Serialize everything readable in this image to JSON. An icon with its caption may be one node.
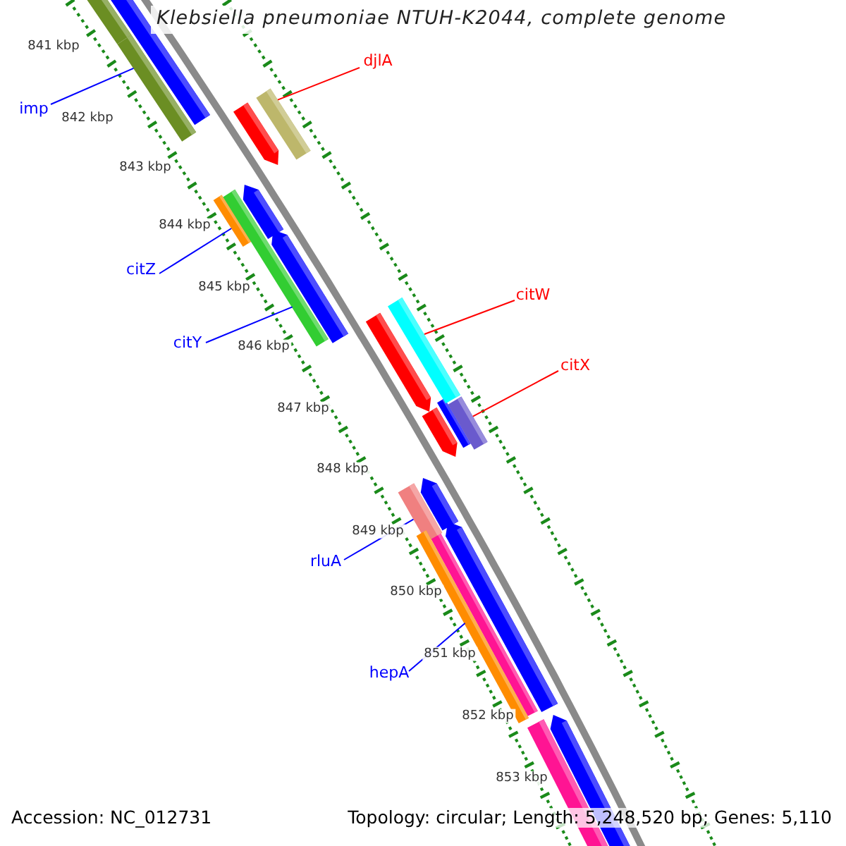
{
  "diagram": {
    "title": "Klebsiella pneumoniae NTUH-K2044, complete genome",
    "nodes": [
      {
        "text": [
          "imp"
        ]
      },
      {
        "text": [],
        "shape": "bar"
      },
      {
        "text": [
          "djlA"
        ]
      },
      {
        "text": [],
        "shape": "bar"
      },
      {
        "text": [
          "citZ"
        ]
      },
      {
        "text": [],
        "shape": "bar"
      },
      {
        "text": [
          "citY"
        ]
      },
      {
        "text": [],
        "shape": "bar"
      },
      {
        "text": [
          "citW"
        ]
      },
      {
        "text": [],
        "shape": "bar"
      },
      {
        "text": [
          "citX"
        ]
      },
      {
        "text": [],
        "shape": "bar"
      },
      {
        "text": [
          "rluA"
        ]
      },
      {
        "text": [],
        "shape": "bar"
      },
      {
        "text": [
          "hepA"
        ]
      },
      {
        "text": [],
        "shape": "bar"
      }
    ],
    "edges": [
      {
        "from": 0,
        "to": 1,
        "arrow": "none"
      },
      {
        "from": 2,
        "to": 3,
        "arrow": "none",
        "color": "#ff0000"
      },
      {
        "from": 4,
        "to": 5,
        "arrow": "none"
      },
      {
        "from": 6,
        "to": 7,
        "arrow": "none"
      },
      {
        "from": 8,
        "to": 9,
        "arrow": "none",
        "color": "#ff0000"
      },
      {
        "from": 10,
        "to": 11,
        "arrow": "none",
        "color": "#ff0000"
      },
      {
        "from": 12,
        "to": 13,
        "arrow": "none"
      },
      {
        "from": 14,
        "to": 15,
        "arrow": "none"
      }
    ],
    "labels": [
      "841 kbp",
      "842 kbp",
      "843 kbp",
      "844 kbp",
      "845 kbp",
      "846 kbp",
      "847 kbp",
      "848 kbp",
      "849 kbp",
      "850 kbp",
      "851 kbp",
      "852 kbp",
      "853 kbp",
      "Accession: NC_012731",
      "Topology: circular; Length: 5,248,520 bp; Genes: 5,110"
    ]
  }
}
